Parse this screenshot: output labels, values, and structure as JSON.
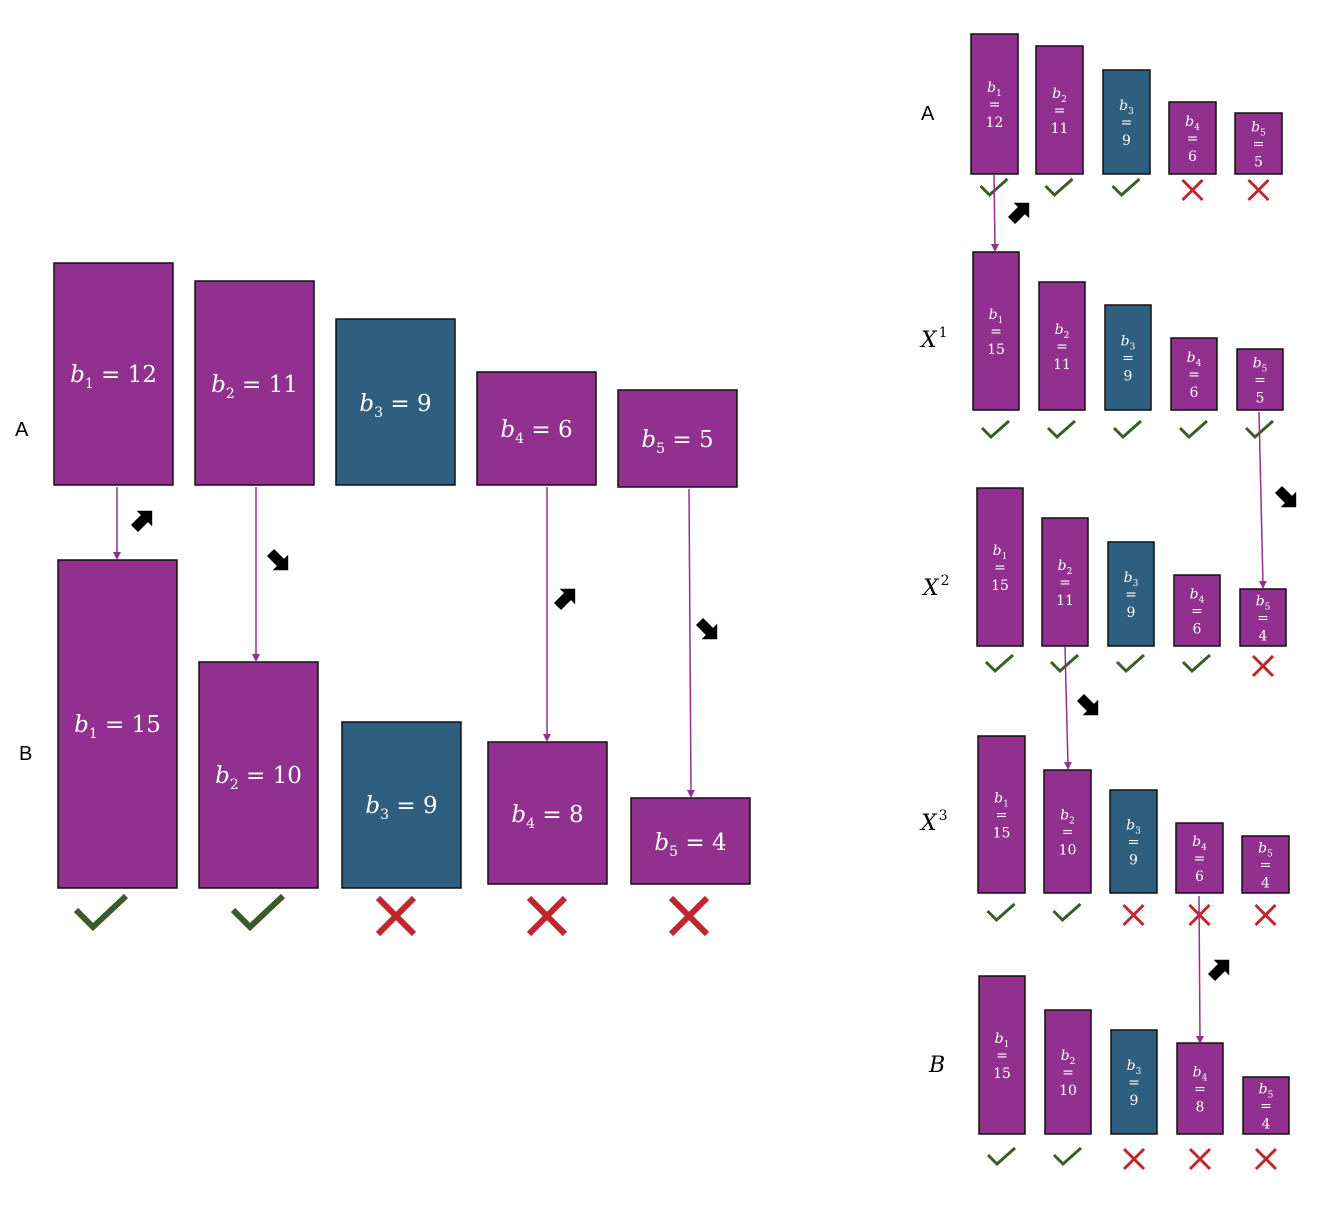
{
  "colors": {
    "purple": "#92308f",
    "blue": "#2f5f7f",
    "check": "#3b5c2a",
    "cross": "#c0272d",
    "arrow": "#92308f",
    "pointer": "#000000"
  },
  "icons": {
    "check": "check-icon",
    "cross": "cross-icon",
    "pointer": "arrow-pointer-icon"
  },
  "left": {
    "label_a": "A",
    "label_b": "B",
    "row_a": [
      {
        "var": "b",
        "sub": "1",
        "value": "12",
        "color": "purple"
      },
      {
        "var": "b",
        "sub": "2",
        "value": "11",
        "color": "purple"
      },
      {
        "var": "b",
        "sub": "3",
        "value": "9",
        "color": "blue"
      },
      {
        "var": "b",
        "sub": "4",
        "value": "6",
        "color": "purple"
      },
      {
        "var": "b",
        "sub": "5",
        "value": "5",
        "color": "purple"
      }
    ],
    "row_b": [
      {
        "var": "b",
        "sub": "1",
        "value": "15",
        "color": "purple",
        "mark": "check"
      },
      {
        "var": "b",
        "sub": "2",
        "value": "10",
        "color": "purple",
        "mark": "check"
      },
      {
        "var": "b",
        "sub": "3",
        "value": "9",
        "color": "blue",
        "mark": "cross"
      },
      {
        "var": "b",
        "sub": "4",
        "value": "8",
        "color": "purple",
        "mark": "cross"
      },
      {
        "var": "b",
        "sub": "5",
        "value": "4",
        "color": "purple",
        "mark": "cross"
      }
    ]
  },
  "right": {
    "rows": [
      {
        "label": "A",
        "italic": false,
        "sup": "",
        "items": [
          {
            "var": "b",
            "sub": "1",
            "value": "12",
            "color": "purple",
            "mark": "check"
          },
          {
            "var": "b",
            "sub": "2",
            "value": "11",
            "color": "purple",
            "mark": "check"
          },
          {
            "var": "b",
            "sub": "3",
            "value": "9",
            "color": "blue",
            "mark": "check"
          },
          {
            "var": "b",
            "sub": "4",
            "value": "6",
            "color": "purple",
            "mark": "cross"
          },
          {
            "var": "b",
            "sub": "5",
            "value": "5",
            "color": "purple",
            "mark": "cross"
          }
        ]
      },
      {
        "label": "X",
        "italic": true,
        "sup": "1",
        "items": [
          {
            "var": "b",
            "sub": "1",
            "value": "15",
            "color": "purple",
            "mark": "check"
          },
          {
            "var": "b",
            "sub": "2",
            "value": "11",
            "color": "purple",
            "mark": "check"
          },
          {
            "var": "b",
            "sub": "3",
            "value": "9",
            "color": "blue",
            "mark": "check"
          },
          {
            "var": "b",
            "sub": "4",
            "value": "6",
            "color": "purple",
            "mark": "check"
          },
          {
            "var": "b",
            "sub": "5",
            "value": "5",
            "color": "purple",
            "mark": "check"
          }
        ]
      },
      {
        "label": "X",
        "italic": true,
        "sup": "2",
        "items": [
          {
            "var": "b",
            "sub": "1",
            "value": "15",
            "color": "purple",
            "mark": "check"
          },
          {
            "var": "b",
            "sub": "2",
            "value": "11",
            "color": "purple",
            "mark": "check"
          },
          {
            "var": "b",
            "sub": "3",
            "value": "9",
            "color": "blue",
            "mark": "check"
          },
          {
            "var": "b",
            "sub": "4",
            "value": "6",
            "color": "purple",
            "mark": "check"
          },
          {
            "var": "b",
            "sub": "5",
            "value": "4",
            "color": "purple",
            "mark": "cross"
          }
        ]
      },
      {
        "label": "X",
        "italic": true,
        "sup": "3",
        "items": [
          {
            "var": "b",
            "sub": "1",
            "value": "15",
            "color": "purple",
            "mark": "check"
          },
          {
            "var": "b",
            "sub": "2",
            "value": "10",
            "color": "purple",
            "mark": "check"
          },
          {
            "var": "b",
            "sub": "3",
            "value": "9",
            "color": "blue",
            "mark": "cross"
          },
          {
            "var": "b",
            "sub": "4",
            "value": "6",
            "color": "purple",
            "mark": "cross"
          },
          {
            "var": "b",
            "sub": "5",
            "value": "4",
            "color": "purple",
            "mark": "cross"
          }
        ]
      },
      {
        "label": "B",
        "italic": true,
        "sup": "",
        "items": [
          {
            "var": "b",
            "sub": "1",
            "value": "15",
            "color": "purple",
            "mark": "check"
          },
          {
            "var": "b",
            "sub": "2",
            "value": "10",
            "color": "purple",
            "mark": "check"
          },
          {
            "var": "b",
            "sub": "3",
            "value": "9",
            "color": "blue",
            "mark": "cross"
          },
          {
            "var": "b",
            "sub": "4",
            "value": "8",
            "color": "purple",
            "mark": "cross"
          },
          {
            "var": "b",
            "sub": "5",
            "value": "4",
            "color": "purple",
            "mark": "cross"
          }
        ]
      }
    ]
  }
}
